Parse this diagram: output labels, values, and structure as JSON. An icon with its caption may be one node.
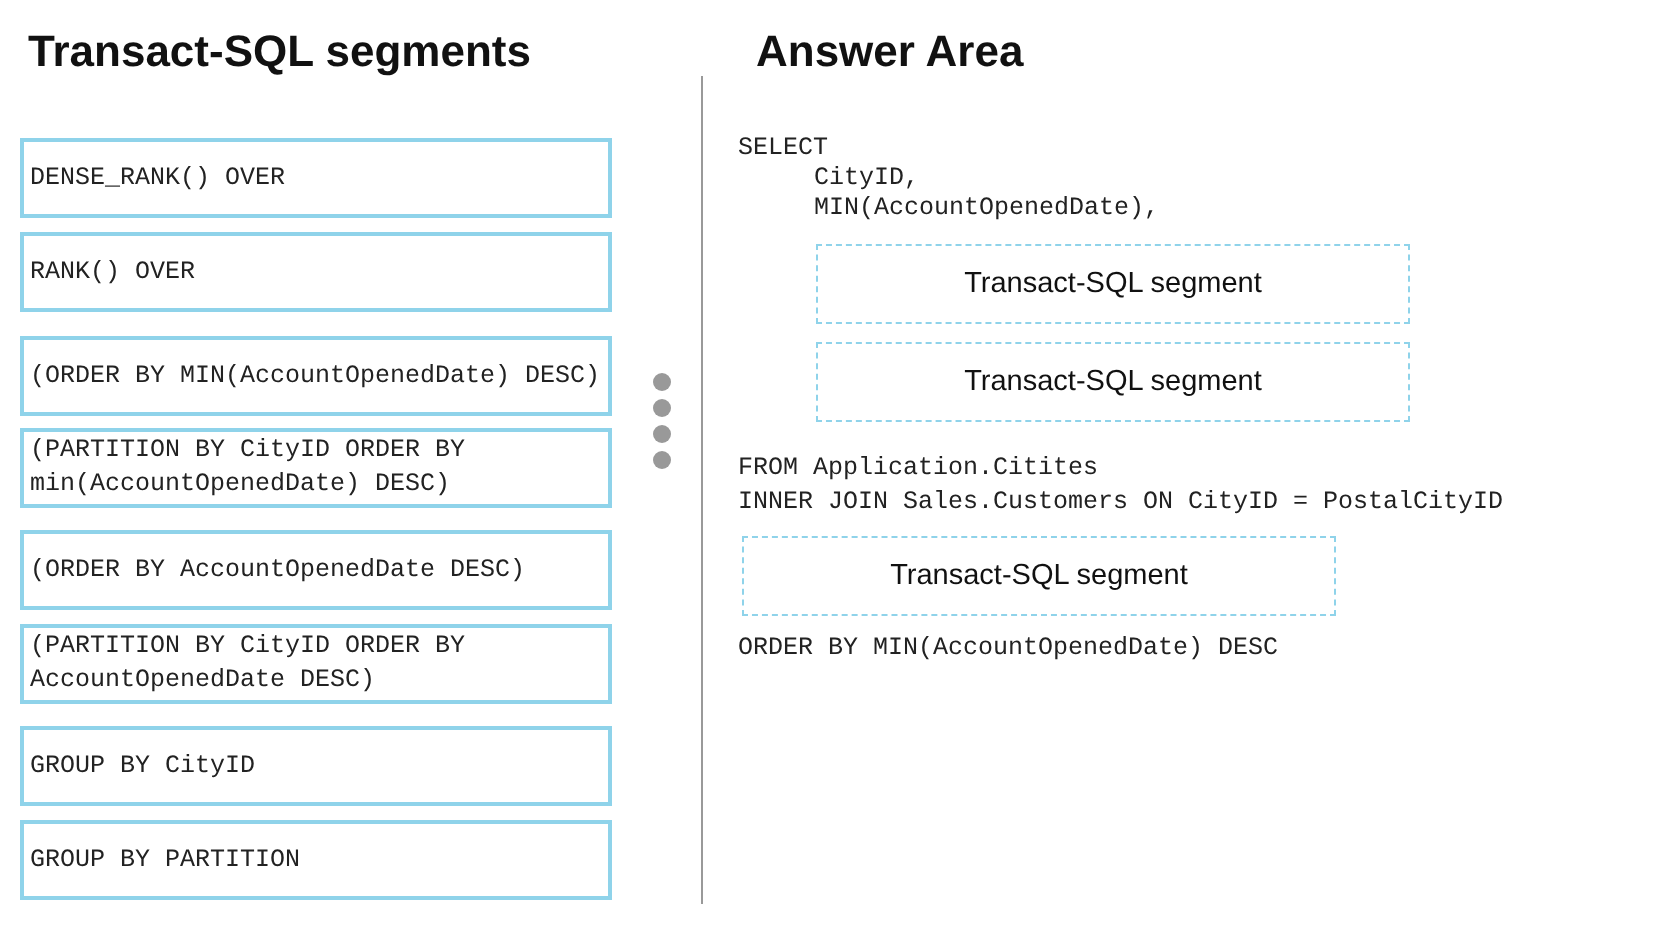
{
  "diagram": {
    "nodes": [
      {
        "text": [
          "DENSE_RANK() OVER"
        ]
      },
      {
        "text": [
          "RANK() OVER"
        ]
      },
      {
        "text": [
          "(ORDER BY MIN(AccountOpenedDate) DESC)"
        ]
      },
      {
        "text": [
          "(PARTITION BY CityID ORDER BY min(AccountOpenedDate) DESC)"
        ]
      },
      {
        "text": [
          "(ORDER BY AccountOpenedDate DESC)"
        ]
      },
      {
        "text": [
          "(PARTITION BY CityID ORDER BY AccountOpenedDate DESC)"
        ]
      },
      {
        "text": [
          "GROUP BY CityID"
        ]
      },
      {
        "text": [
          "GROUP BY PARTITION"
        ]
      },
      {
        "text": [
          "Transact-SQL segment"
        ]
      },
      {
        "text": [
          "Transact-SQL segment"
        ]
      },
      {
        "text": [
          "Transact-SQL segment"
        ]
      }
    ],
    "edges": [],
    "labels": [
      "Transact-SQL segments",
      "Answer Area",
      "SELECT",
      "CityID,",
      "MIN(AccountOpenedDate),",
      "FROM Application.Citites",
      "INNER JOIN Sales.Customers ON CityID = PostalCityID",
      "ORDER BY MIN(AccountOpenedDate) DESC"
    ]
  }
}
